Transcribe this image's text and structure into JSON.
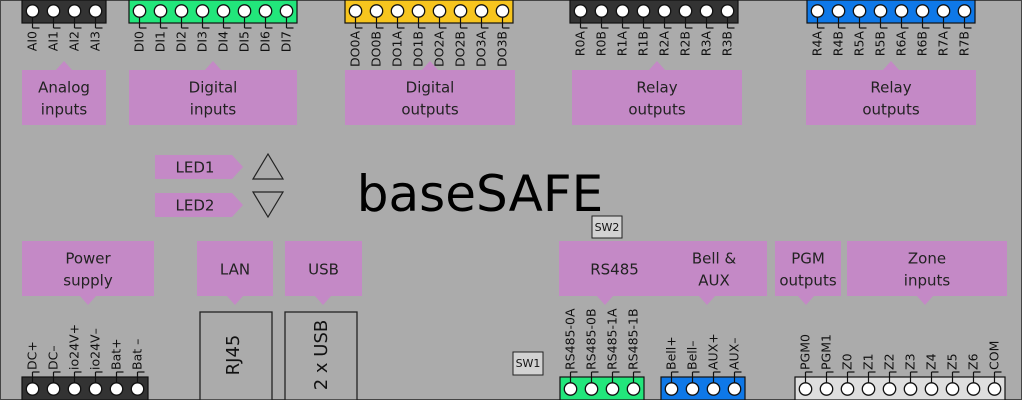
{
  "title": "baseSAFE",
  "colors": {
    "board": "#ababab",
    "label_box": "#c489c6",
    "black_conn": "#333333",
    "green_conn": "#22e67b",
    "yellow_conn": "#f7c51e",
    "blue_conn": "#0e78e8",
    "white_conn": "#dedede"
  },
  "connectors": {
    "analog": {
      "color": "black",
      "pins": [
        "AI0",
        "AI1",
        "AI2",
        "AI3"
      ]
    },
    "digital_in": {
      "color": "green",
      "pins": [
        "DI0",
        "DI1",
        "DI2",
        "DI3",
        "DI4",
        "DI5",
        "DI6",
        "DI7"
      ]
    },
    "digital_out": {
      "color": "yellow",
      "pins": [
        "DO0A",
        "DO0B",
        "DO1A",
        "DO1B",
        "DO2A",
        "DO2B",
        "DO3A",
        "DO3B"
      ]
    },
    "relay1": {
      "color": "black",
      "pins": [
        "R0A",
        "R0B",
        "R1A",
        "R1B",
        "R2A",
        "R2B",
        "R3A",
        "R3B"
      ]
    },
    "relay2": {
      "color": "blue",
      "pins": [
        "R4A",
        "R4B",
        "R5A",
        "R5B",
        "R6A",
        "R6B",
        "R7A",
        "R7B"
      ]
    },
    "power": {
      "color": "black",
      "pins": [
        "DC+",
        "DC–",
        "io24V+",
        "io24V–",
        "Bat+",
        "Bat –"
      ]
    },
    "rs485": {
      "color": "green",
      "pins": [
        "RS485-0A",
        "RS485-0B",
        "RS485-1A",
        "RS485-1B"
      ]
    },
    "bell": {
      "color": "blue",
      "pins": [
        "Bell+",
        "Bell–",
        "AUX+",
        "AUX–"
      ]
    },
    "pgm_zone": {
      "color": "white",
      "pins": [
        "PGM0",
        "PGM1",
        "Z0",
        "Z1",
        "Z2",
        "Z3",
        "Z4",
        "Z5",
        "Z6",
        "COM"
      ]
    }
  },
  "labels": {
    "analog": [
      "Analog",
      "inputs"
    ],
    "digital_in": [
      "Digital",
      "inputs"
    ],
    "digital_out": [
      "Digital",
      "outputs"
    ],
    "relay1": [
      "Relay",
      "outputs"
    ],
    "relay2": [
      "Relay",
      "outputs"
    ],
    "power": [
      "Power",
      "supply"
    ],
    "lan": [
      "LAN"
    ],
    "usb": [
      "USB"
    ],
    "rs485": [
      "RS485"
    ],
    "bell": [
      "Bell &",
      "AUX"
    ],
    "pgm": [
      "PGM",
      "outputs"
    ],
    "zone": [
      "Zone",
      "inputs"
    ]
  },
  "leds": [
    "LED1",
    "LED2"
  ],
  "switches": [
    "SW1",
    "SW2"
  ],
  "ports": {
    "rj45": "RJ45",
    "usb": "2 x USB"
  }
}
